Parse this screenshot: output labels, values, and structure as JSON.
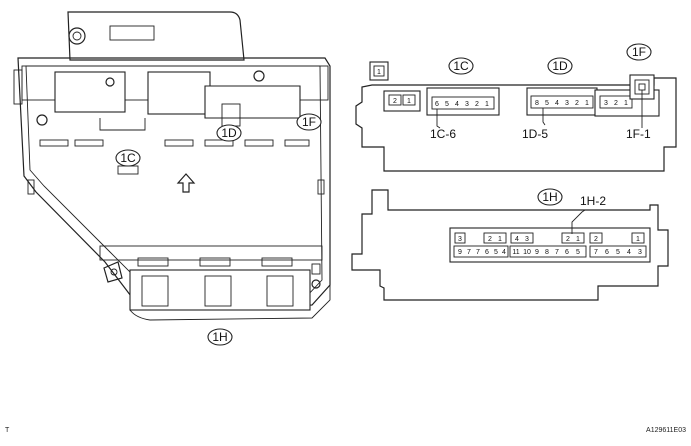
{
  "callouts": {
    "c1C_left": "1C",
    "c1D_left": "1D",
    "c1F_left": "1F",
    "c1H_left": "1H",
    "c1C_right": "1C",
    "c1D_right": "1D",
    "c1F_right": "1F",
    "c1H_right": "1H"
  },
  "pin_labels": {
    "p1C6": "1C-6",
    "p1D5": "1D-5",
    "p1F1": "1F-1",
    "p1H2": "1H-2"
  },
  "connector_1C_pins": [
    "6",
    "5",
    "4",
    "3",
    "2",
    "1"
  ],
  "connector_1D_pins": [
    "8",
    "5",
    "4",
    "3",
    "2",
    "1"
  ],
  "connector_1F_pins": [
    "3",
    "2",
    "1"
  ],
  "small_conn_pins": [
    "2",
    "1"
  ],
  "corner_conn_pin": "1",
  "conn_1H": {
    "a_top": "3",
    "a_bot": [
      "9",
      "7",
      "7",
      "6",
      "5",
      "4"
    ],
    "b_top": [
      "2",
      "1"
    ],
    "c_top": [
      "4",
      "3"
    ],
    "c_bot": [
      "11",
      "10",
      "9",
      "8",
      "7",
      "6",
      "5"
    ],
    "d_top": [
      "2",
      "1"
    ],
    "e_top": "2",
    "f_top": "1",
    "f_bot": [
      "7",
      "6",
      "5",
      "4",
      "3"
    ]
  },
  "footer": {
    "left_mark": "T",
    "ref_code": "A129611E03"
  }
}
